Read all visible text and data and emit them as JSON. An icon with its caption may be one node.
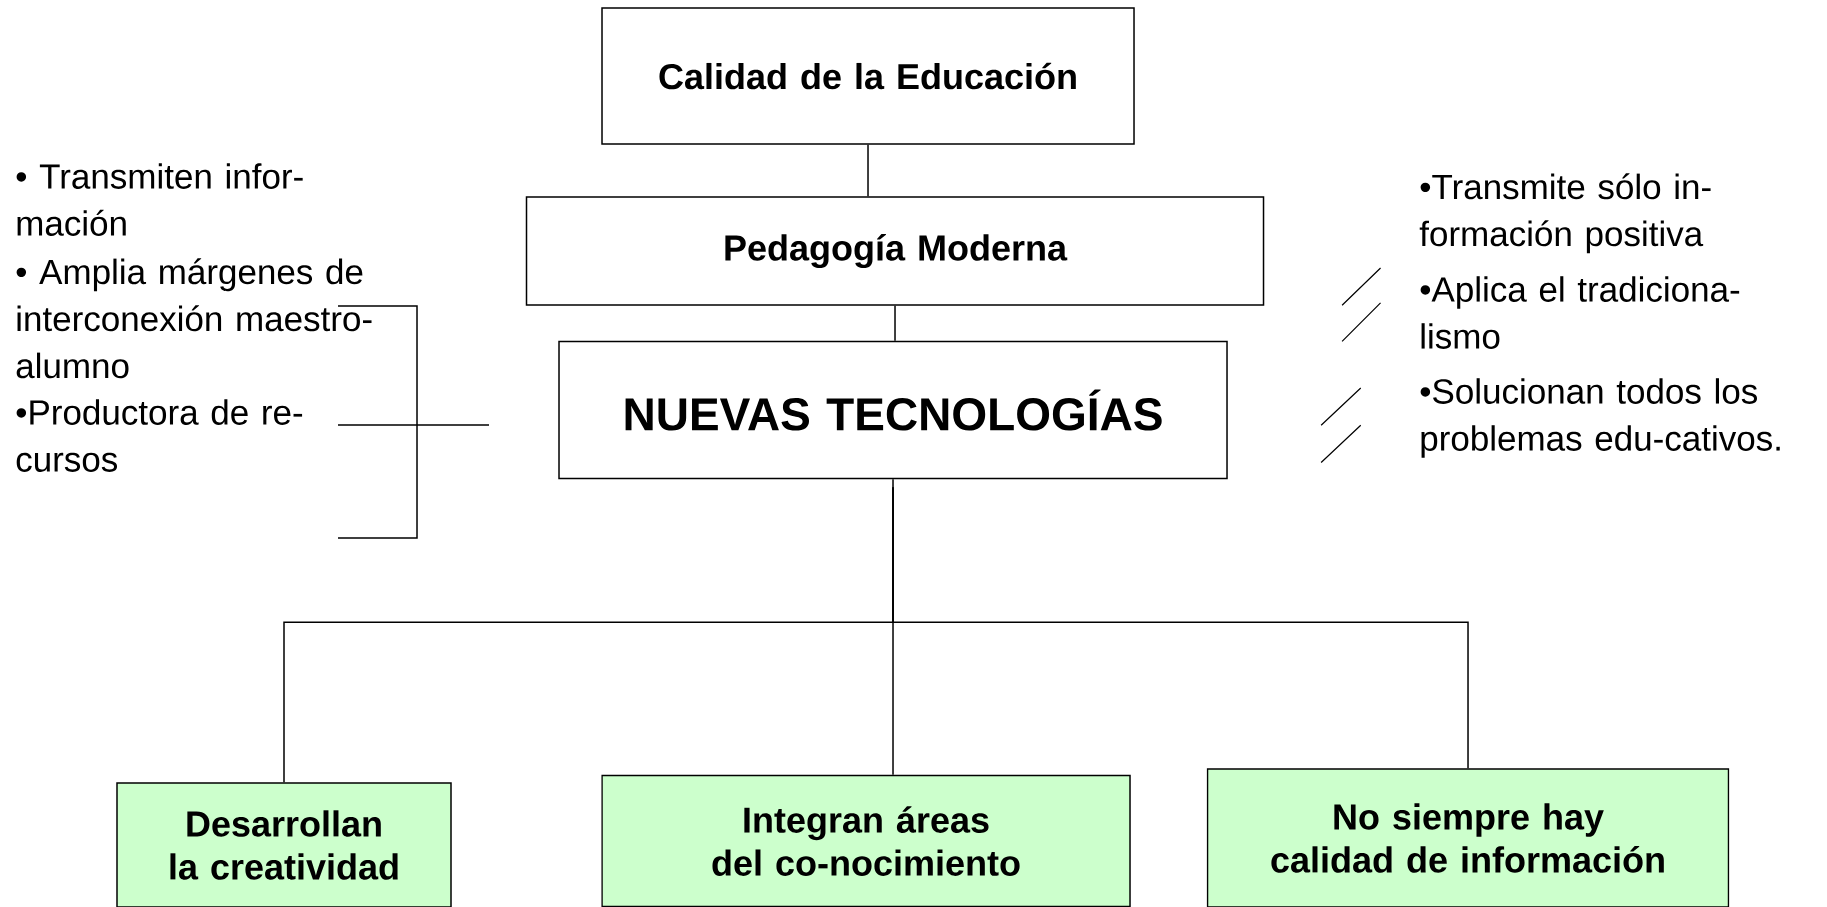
{
  "diagram": {
    "nodes": [
      {
        "text": [
          "Calidad de la Educación"
        ]
      },
      {
        "text": [
          "Pedagogía Moderna"
        ]
      },
      {
        "text": [
          "NUEVAS TECNOLOGÍAS"
        ]
      },
      {
        "text": [
          "Desarrollan la creatividad"
        ]
      },
      {
        "text": [
          "Integran áreas del co-nocimiento"
        ]
      },
      {
        "text": [
          "No siempre hay calidad de información"
        ]
      }
    ],
    "edges": [
      {
        "from": 0,
        "to": 1,
        "arrow": "none"
      },
      {
        "from": 1,
        "to": 2,
        "arrow": "none"
      },
      {
        "from": 2,
        "to": 3,
        "arrow": "none"
      },
      {
        "from": 2,
        "to": 4,
        "arrow": "none"
      },
      {
        "from": 2,
        "to": 5,
        "arrow": "none"
      }
    ],
    "labels": [
      "• Transmiten infor-mación",
      "• Amplia márgenes de interconexión maestro-alumno",
      "•Productora de re-cursos",
      "•Transmite sólo in-formación positiva",
      "•Aplica el tradiciona-lismo",
      "•Solucionan todos los problemas edu-cativos."
    ]
  }
}
